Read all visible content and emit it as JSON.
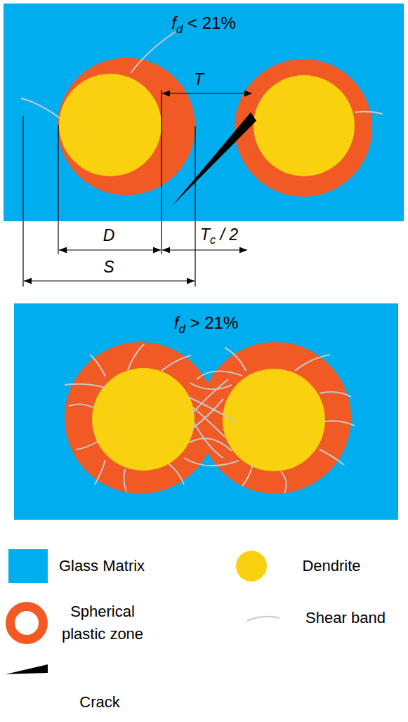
{
  "diagram": {
    "nodes": [
      {
        "text": [
          "fd < 21%"
        ]
      },
      {
        "text": [
          "fd > 21%"
        ]
      }
    ],
    "labels": [
      "T",
      "D",
      "Tc / 2",
      "S"
    ],
    "legend": [
      {
        "text": "Glass Matrix",
        "color": "#00aeef"
      },
      {
        "text": "Dendrite",
        "color": "#f9d10f"
      },
      {
        "text": "Spherical plastic zone"
      },
      {
        "text": "Shear band"
      },
      {
        "text": "Crack"
      }
    ]
  }
}
